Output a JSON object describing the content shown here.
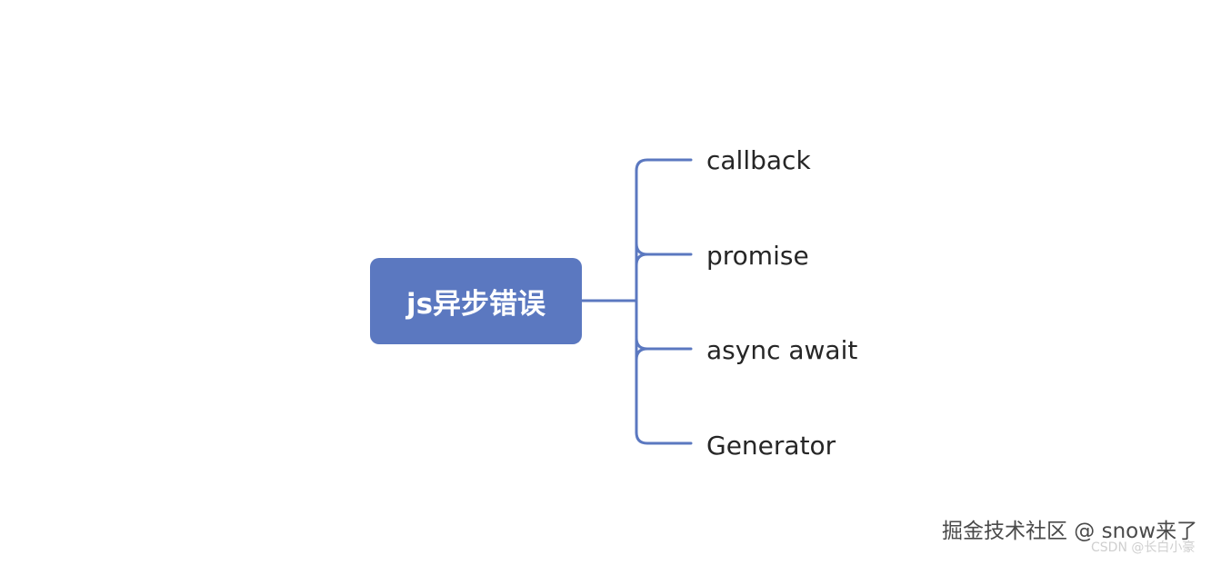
{
  "mindmap": {
    "root": {
      "label": "js异步错误",
      "fill_color": "#5b78c0",
      "text_color": "#ffffff"
    },
    "branches": [
      {
        "label": "callback"
      },
      {
        "label": "promise"
      },
      {
        "label": "async await"
      },
      {
        "label": "Generator"
      }
    ],
    "connector_color": "#5b78c0"
  },
  "watermark": {
    "main": "掘金技术社区 @ snow来了",
    "sub": "CSDN @长白小豪"
  }
}
